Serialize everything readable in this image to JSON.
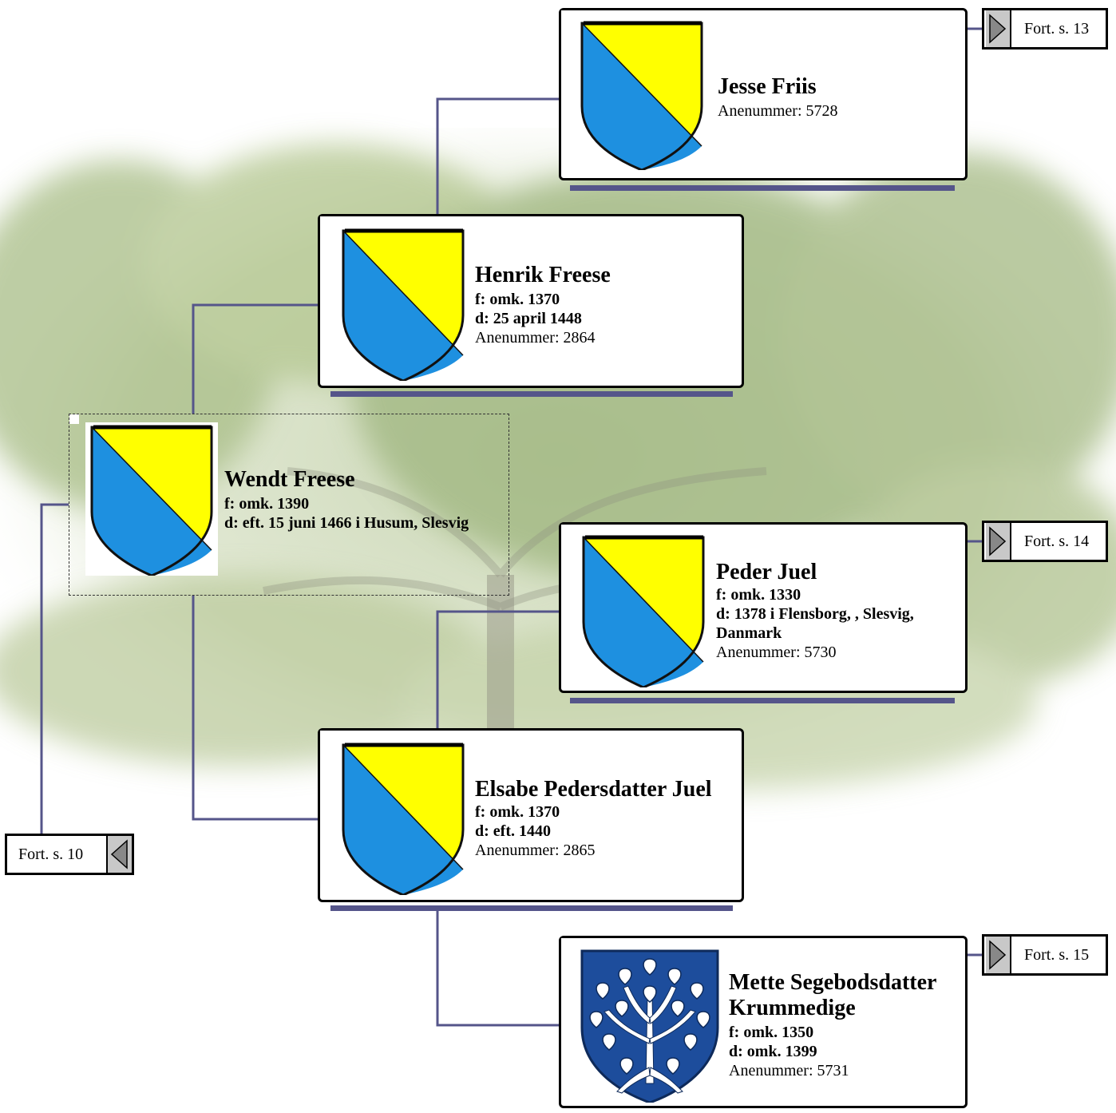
{
  "persons": {
    "jesse": {
      "name": "Jesse Friis",
      "anenummer": "Anenummer: 5728"
    },
    "henrik": {
      "name": "Henrik Freese",
      "born": "f: omk. 1370",
      "died": "d: 25 april 1448",
      "anenummer": "Anenummer: 2864"
    },
    "wendt": {
      "name": "Wendt Freese",
      "born": "f: omk. 1390",
      "died": "d: eft. 15 juni 1466 i Husum, Slesvig"
    },
    "peder": {
      "name": "Peder Juel",
      "born": "f: omk. 1330",
      "died": "d: 1378 i Flensborg, , Slesvig, Danmark",
      "anenummer": "Anenummer: 5730"
    },
    "elsabe": {
      "name": "Elsabe Pedersdatter Juel",
      "born": "f: omk. 1370",
      "died": "d: eft. 1440",
      "anenummer": "Anenummer: 2865"
    },
    "mette": {
      "name": "Mette Segebodsdatter Krummedige",
      "born": "f: omk. 1350",
      "died": "d: omk. 1399",
      "anenummer": "Anenummer: 5731"
    }
  },
  "continuations": {
    "p13": "Fort. s. 13",
    "p14": "Fort. s. 14",
    "p15": "Fort. s. 15",
    "p10": "Fort. s. 10"
  },
  "colors": {
    "shield_yellow": "#ffff00",
    "shield_blue": "#1e90e0",
    "connector": "#55558a",
    "krummedige_blue": "#1d4d9c"
  },
  "icons": {
    "party_shield": "shield-per-bend-yellow-blue-icon",
    "tree_shield": "shield-tree-icon",
    "next_page": "triangle-right-icon",
    "prev_page": "triangle-left-icon"
  }
}
